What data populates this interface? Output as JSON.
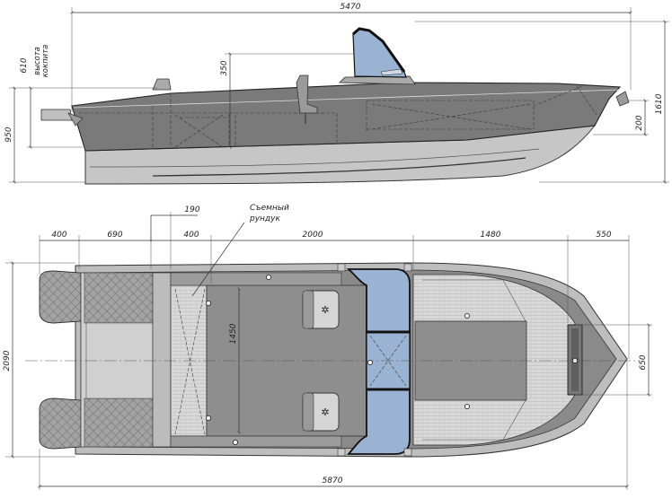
{
  "side_view": {
    "dims": {
      "overall_length": "5470",
      "hull_height": "950",
      "cockpit_height_value": "610",
      "cockpit_height_caption": "высота кокпита",
      "deck_to_windshield": "350",
      "total_height": "1610",
      "bow_height": "200"
    }
  },
  "top_view": {
    "dims": {
      "seg_1": "400",
      "seg_2": "690",
      "seg_3": "190",
      "seg_4": "400",
      "seg_5": "2000",
      "seg_6": "1480",
      "seg_7": "550",
      "beam": "2090",
      "bench_width": "1450",
      "bow_hatch": "650",
      "overall_length": "5870"
    },
    "callout": "Съемный рундук"
  },
  "colors": {
    "hull_dark": "#7a7a7a",
    "hull_light": "#c6c6c6",
    "windshield_blue": "#9bb3d3",
    "deck_wood": "#d6d6d6",
    "pontoon_mesh": "#9a9a9a"
  }
}
